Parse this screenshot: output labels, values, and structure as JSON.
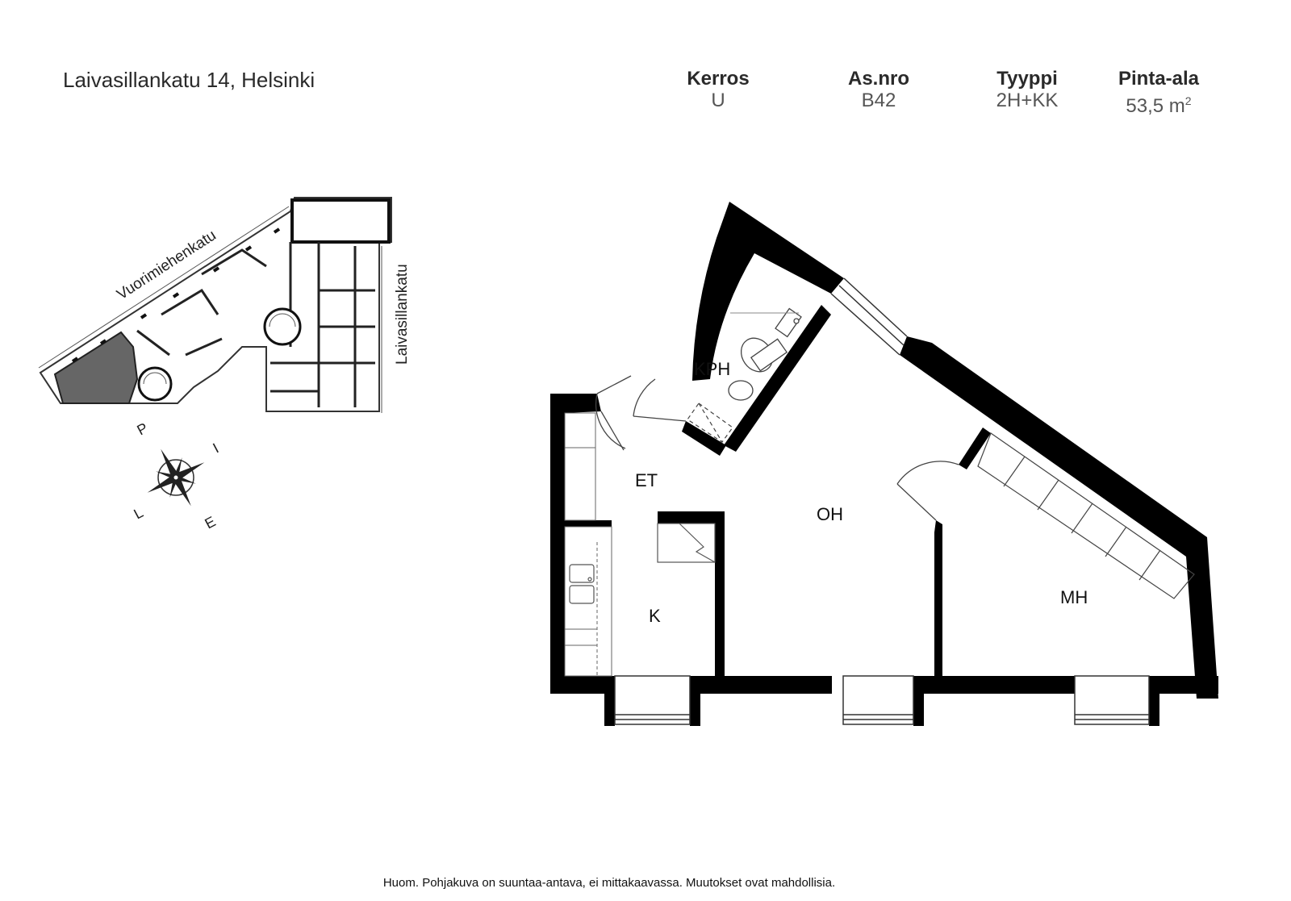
{
  "header": {
    "address": "Laivasillankatu 14, Helsinki",
    "floor_label": "Kerros",
    "floor_value": "U",
    "apartment_label": "As.nro",
    "apartment_value": "B42",
    "type_label": "Tyyppi",
    "type_value": "2H+KK",
    "area_label": "Pinta-ala",
    "area_value": "53,5 m",
    "area_unit_sup": "2"
  },
  "site_plan": {
    "street_top": "Vuorimiehenkatu",
    "street_right": "Laivasillankatu"
  },
  "compass": {
    "north": "P",
    "east": "I",
    "south": "E",
    "west": "L"
  },
  "floorplan": {
    "rooms": {
      "kph": "KPH",
      "et": "ET",
      "oh": "OH",
      "k": "K",
      "mh": "MH"
    }
  },
  "footer": {
    "note": "Huom. Pohjakuva on suuntaa-antava, ei mittakaavassa. Muutokset ovat mahdollisia."
  }
}
